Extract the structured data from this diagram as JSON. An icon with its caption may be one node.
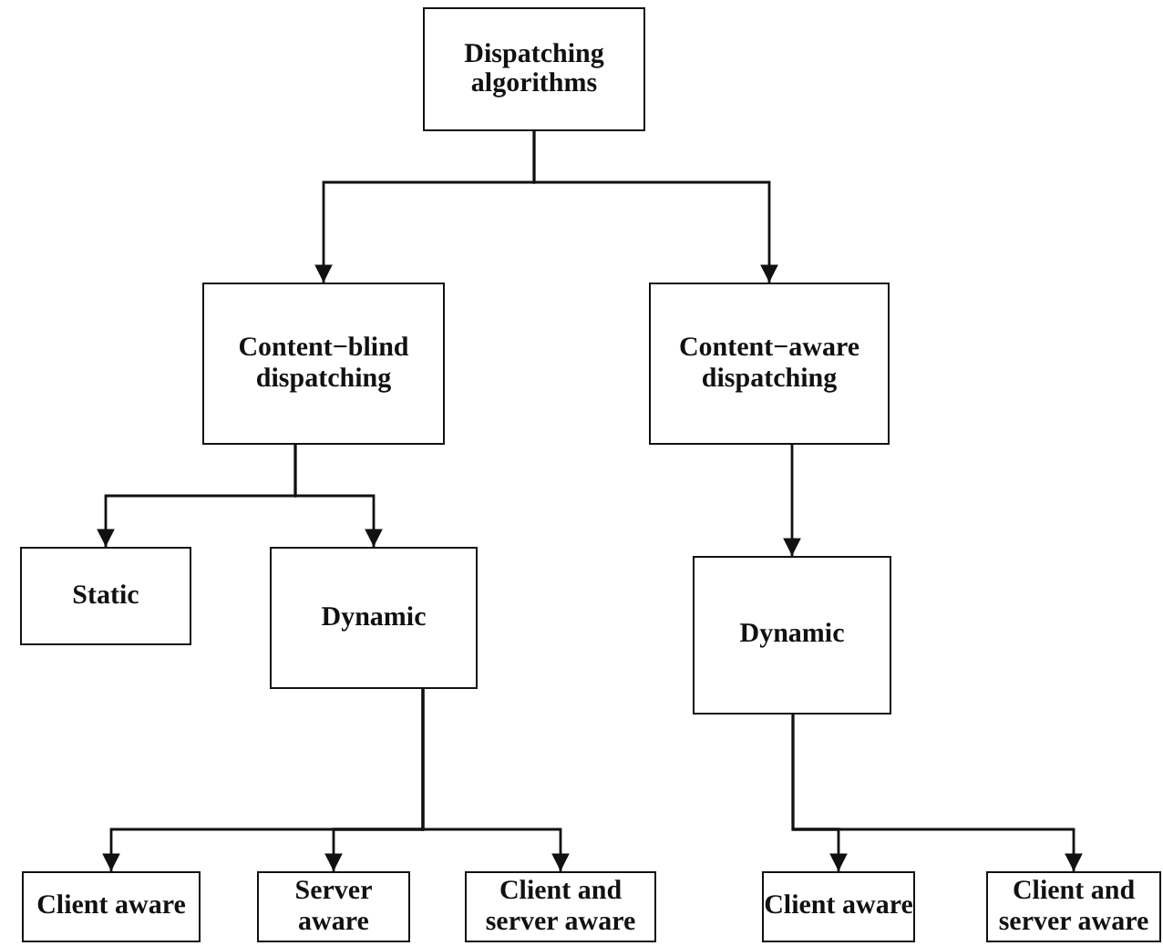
{
  "diagram": {
    "nodes": [
      {
        "text": [
          "Dispatching algorithms"
        ]
      },
      {
        "text": [
          "Content−blind dispatching"
        ]
      },
      {
        "text": [
          "Content−aware dispatching"
        ]
      },
      {
        "text": [
          "Static"
        ]
      },
      {
        "text": [
          "Dynamic"
        ]
      },
      {
        "text": [
          "Dynamic"
        ]
      },
      {
        "text": [
          "Client aware"
        ]
      },
      {
        "text": [
          "Server aware"
        ]
      },
      {
        "text": [
          "Client and server aware"
        ]
      },
      {
        "text": [
          "Client aware"
        ]
      },
      {
        "text": [
          "Client and server aware"
        ]
      }
    ],
    "edges": [
      {
        "from": 0,
        "to": 1,
        "arrow": "to"
      },
      {
        "from": 0,
        "to": 2,
        "arrow": "to"
      },
      {
        "from": 1,
        "to": 3,
        "arrow": "to"
      },
      {
        "from": 1,
        "to": 4,
        "arrow": "to"
      },
      {
        "from": 2,
        "to": 5,
        "arrow": "to"
      },
      {
        "from": 4,
        "to": 6,
        "arrow": "to"
      },
      {
        "from": 4,
        "to": 7,
        "arrow": "to"
      },
      {
        "from": 4,
        "to": 8,
        "arrow": "to"
      },
      {
        "from": 5,
        "to": 9,
        "arrow": "to"
      },
      {
        "from": 5,
        "to": 10,
        "arrow": "to"
      }
    ]
  }
}
